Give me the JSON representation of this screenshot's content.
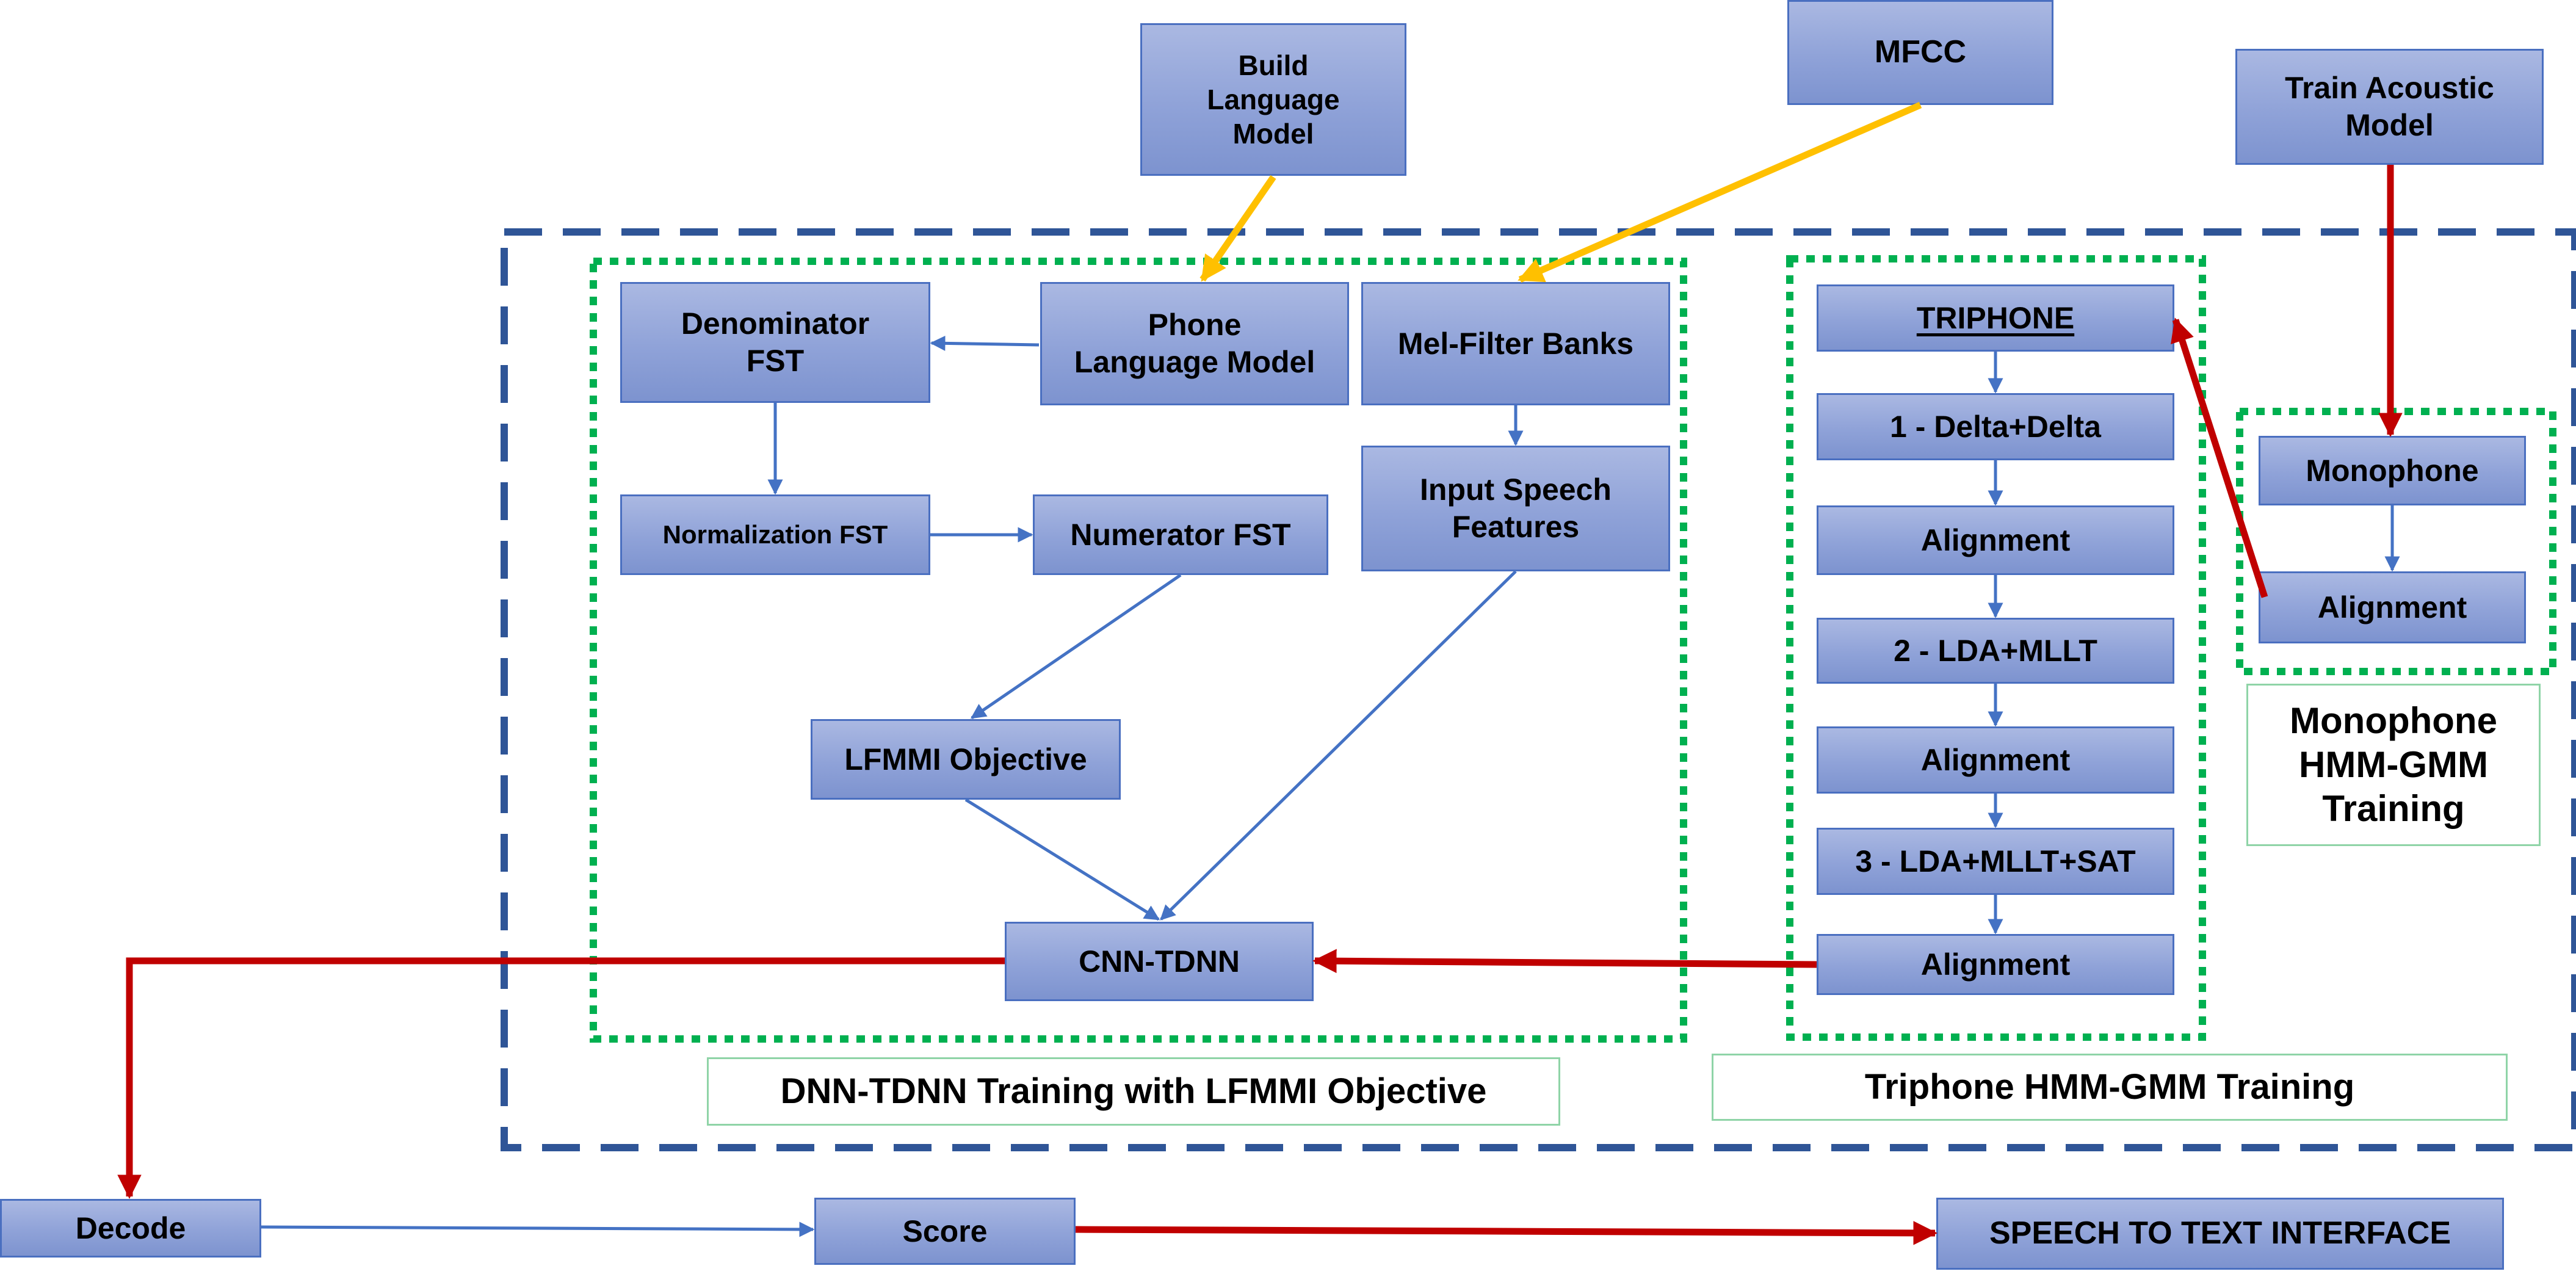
{
  "colors": {
    "box_fill": "#8fa2d8",
    "box_border": "#4a6fc0",
    "blue_arrow": "#4472c4",
    "red_arrow": "#c00000",
    "yellow_arrow": "#ffc000",
    "dashed_frame": "#2f5597",
    "dotted_frame": "#00b050"
  },
  "nodes": {
    "build_lm": "Build\nLanguage\nModel",
    "mfcc": "MFCC",
    "train_am": "Train Acoustic\nModel",
    "denominator_fst": "Denominator\nFST",
    "phone_lm": "Phone\nLanguage Model",
    "mel_filter": "Mel-Filter Banks",
    "normalization_fst": "Normalization FST",
    "numerator_fst": "Numerator FST",
    "input_speech": "Input Speech\nFeatures",
    "lfmmi": "LFMMI Objective",
    "cnn_tdnn": "CNN-TDNN",
    "triphone": "TRIPHONE",
    "delta": "1 - Delta+Delta",
    "alignment_1": "Alignment",
    "lda_mllt": "2 - LDA+MLLT",
    "alignment_2": "Alignment",
    "lda_mllt_sat": "3 - LDA+MLLT+SAT",
    "alignment_3": "Alignment",
    "monophone": "Monophone",
    "alignment_mono": "Alignment",
    "decode": "Decode",
    "score": "Score",
    "speech_to_text": "SPEECH TO TEXT INTERFACE"
  },
  "labels": {
    "dnn": "DNN-TDNN Training with LFMMI Objective",
    "triphone": "Triphone HMM-GMM Training",
    "monophone": "Monophone\nHMM-GMM\nTraining"
  }
}
